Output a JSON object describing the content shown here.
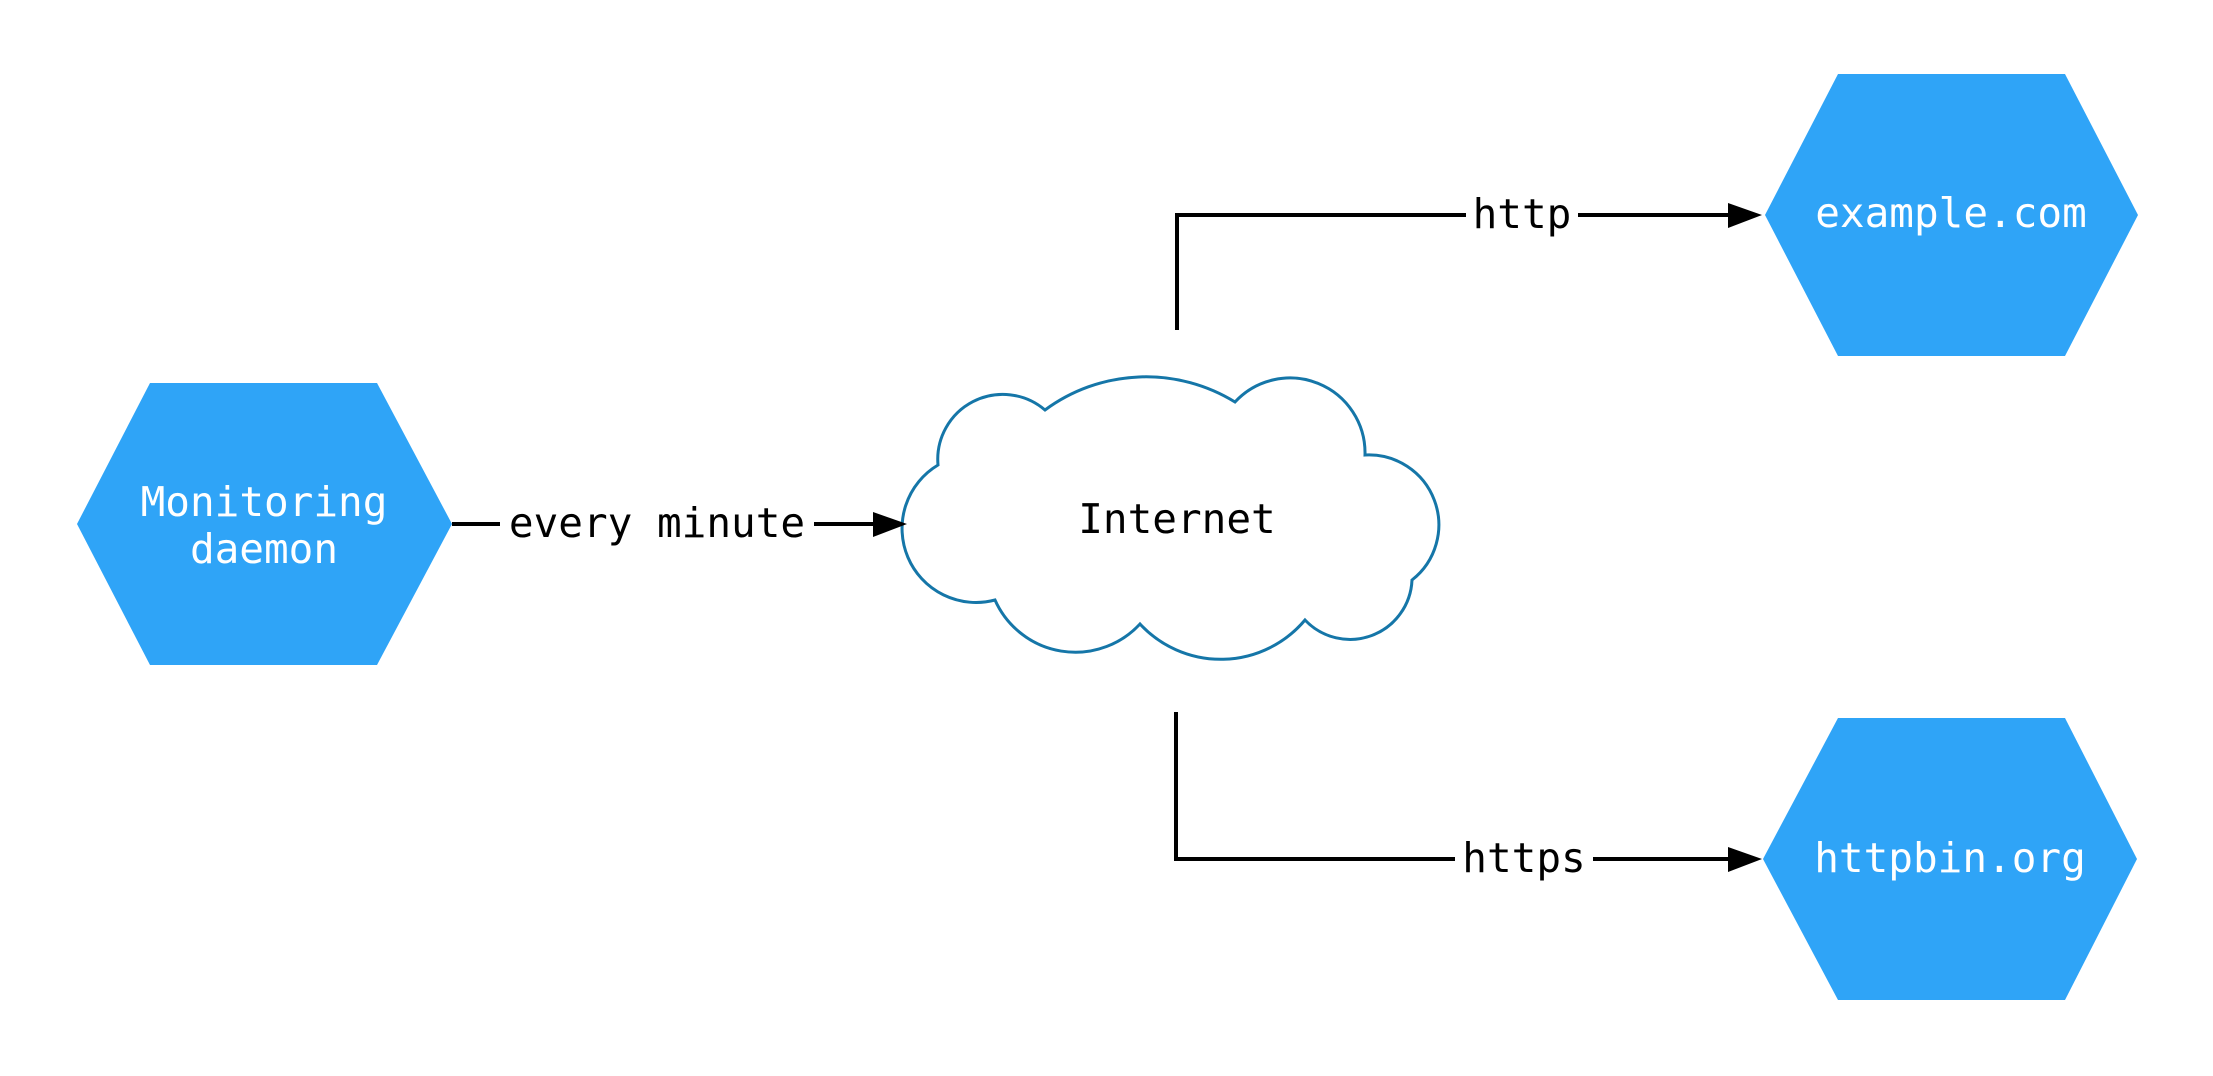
{
  "diagram": {
    "background": "#ffffff",
    "colors": {
      "node_fill": "#2fa4f7",
      "node_text": "#ffffff",
      "cloud_stroke": "#1576a8",
      "cloud_fill": "#ffffff",
      "edge": "#000000",
      "edge_label_text": "#000000",
      "edge_label_bg": "#ffffff"
    },
    "nodes": {
      "monitoring": {
        "shape": "hexagon",
        "label": "Monitoring daemon",
        "label_line1": "Monitoring",
        "label_line2": "daemon"
      },
      "internet": {
        "shape": "cloud",
        "label": "Internet"
      },
      "example": {
        "shape": "hexagon",
        "label": "example.com"
      },
      "httpbin": {
        "shape": "hexagon",
        "label": "httpbin.org"
      }
    },
    "edges": [
      {
        "from": "Monitoring daemon",
        "to": "Internet",
        "label": "every minute"
      },
      {
        "from": "Internet",
        "to": "example.com",
        "label": "http"
      },
      {
        "from": "Internet",
        "to": "httpbin.org",
        "label": "https"
      }
    ]
  }
}
